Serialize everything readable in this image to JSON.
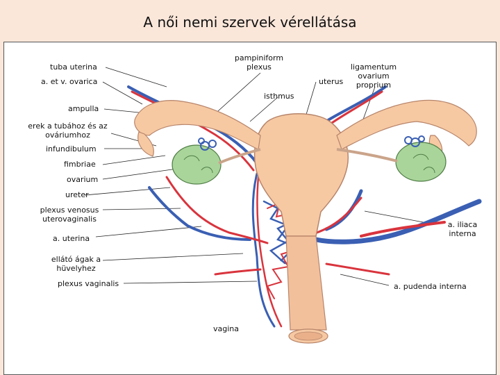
{
  "title": "A női nemi szervek vérellátása",
  "labels": {
    "tuba_uterina": "tuba uterina",
    "a_et_v_ovarica": "a. et v. ovarica",
    "pampiniform_1": "pampiniform",
    "pampiniform_2": "plexus",
    "isthmus": "isthmus",
    "uterus": "uterus",
    "lig_1": "ligamentum",
    "lig_2": "ovarium",
    "lig_3": "proprium",
    "ampulla": "ampulla",
    "erek_1": "erek a tubához és az",
    "erek_2": "ováriumhoz",
    "infundibulum": "infundibulum",
    "fimbriae": "fimbriae",
    "ovarium": "ovarium",
    "ureter": "ureter",
    "plexus_venosus_1": "plexus venosus",
    "plexus_venosus_2": "uterovaginalis",
    "a_uterina": "a. uterina",
    "ellato_1": "ellátó ágak a",
    "ellato_2": "hüvelyhez",
    "plexus_vaginalis": "plexus vaginalis",
    "vagina": "vagina",
    "iliaca_1": "a. iliaca",
    "iliaca_2": "interna",
    "pudenda_interna": "a. pudenda interna"
  },
  "colors": {
    "artery": "#d9343d",
    "vein": "#3a5fb3",
    "organ": "#f6c9a3",
    "organ_edge": "#b7846a",
    "ovary": "#a9d59a",
    "ovary_edge": "#4f7d45",
    "background": "#fbe7da"
  }
}
